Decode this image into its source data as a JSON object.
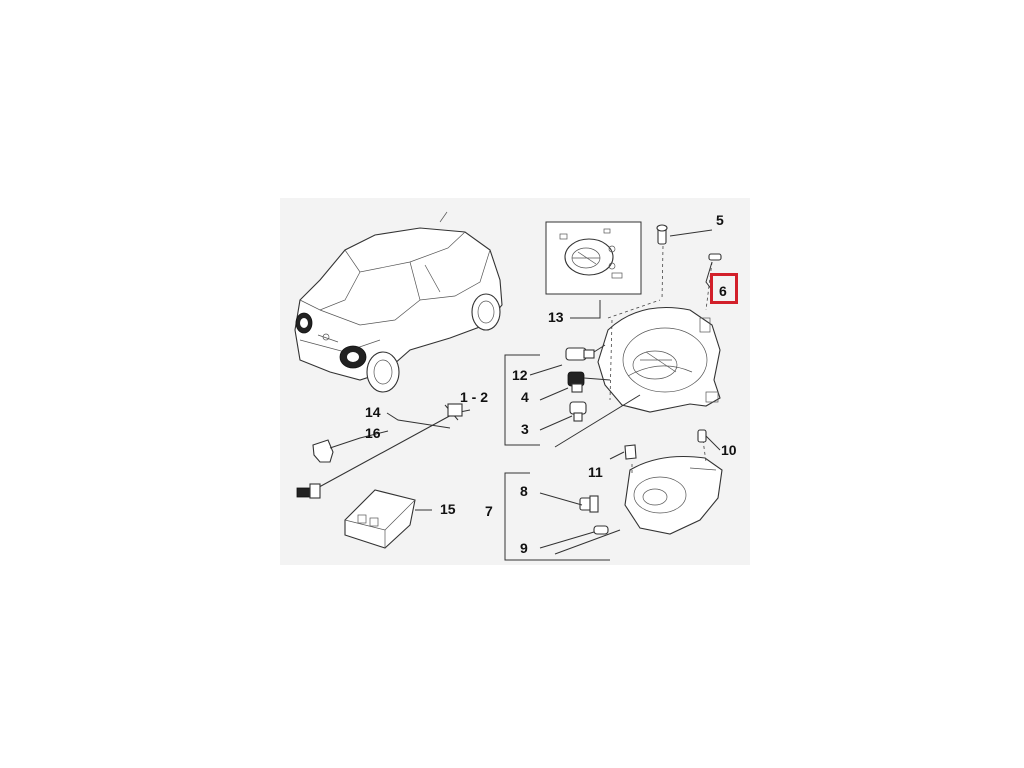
{
  "diagram": {
    "callouts": {
      "c1_2": "1 - 2",
      "c3": "3",
      "c4": "4",
      "c5": "5",
      "c6": "6",
      "c7": "7",
      "c8": "8",
      "c9": "9",
      "c10": "10",
      "c11": "11",
      "c12": "12",
      "c13": "13",
      "c14": "14",
      "c15": "15",
      "c16": "16"
    },
    "highlighted_callout": "6",
    "highlight_color": "#d2202a",
    "background_panel_color": "#f3f3f3"
  }
}
